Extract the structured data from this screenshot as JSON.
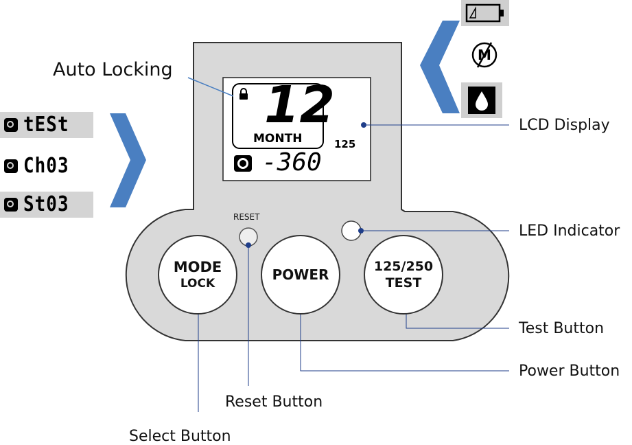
{
  "callouts": {
    "auto_locking": "Auto Locking",
    "lcd_display": "LCD Display",
    "led_indicator": "LED Indicator",
    "test_button": "Test Button",
    "power_button": "Power Button",
    "reset_button": "Reset Button",
    "select_button": "Select Button"
  },
  "lcd": {
    "big_number": "12",
    "month_label": "MONTH",
    "small_number": "125",
    "timer_value": "-360"
  },
  "device": {
    "reset_label": "RESET"
  },
  "buttons": {
    "mode_line1": "MODE",
    "mode_line2": "LOCK",
    "power": "POWER",
    "test_line1": "125/250",
    "test_line2": "TEST"
  },
  "mode_screens": [
    "tESt",
    "Ch03",
    "St03"
  ],
  "colors": {
    "chevron": "#4a7fc1",
    "panel": "#d9d9d9",
    "dot": "#1f3e8a"
  }
}
